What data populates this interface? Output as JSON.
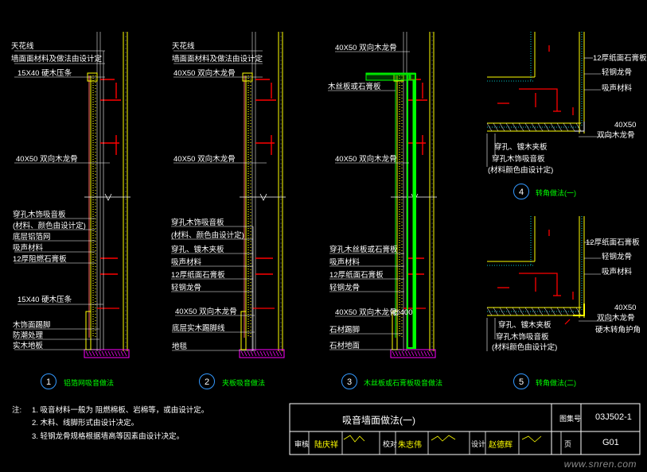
{
  "details": [
    {
      "number": "1",
      "caption": "铝箔网吸音做法",
      "labels": [
        "天花线",
        "墙面面材料及做法由设计定",
        "15X40 硬木压条",
        "40X50 双向木龙骨",
        "穿孔木饰吸音板",
        "(材料、颜色由设计定)",
        "底层铝箔网",
        "吸声材料",
        "12厚阻燃石膏板",
        "15X40 硬木压条",
        "木饰面踢脚",
        "防潮处理",
        "实木地板"
      ]
    },
    {
      "number": "2",
      "caption": "夹板吸音做法",
      "labels": [
        "天花线",
        "墙面面材料及做法由设计定",
        "40X50 双向木龙骨",
        "40X50 双向木龙骨",
        "穿孔木饰吸音板",
        "(材料、颜色由设计定)",
        "穿孔、镀木夹板",
        "吸声材料",
        "12厚纸面石膏板",
        "轻钢龙骨",
        "40X50 双向木龙骨",
        "底层实木踢脚线",
        "地毯"
      ]
    },
    {
      "number": "3",
      "caption": "木丝板或石膏板吸音做法",
      "labels": [
        "40X50 双向木龙骨",
        "木丝板或石膏板",
        "40X50 双向木龙骨",
        "穿孔木丝板或石膏板",
        "吸声材料",
        "12厚纸面石膏板",
        "轻钢龙骨",
        "40X50 双向木龙骨",
        "@400",
        "石材踢脚",
        "石材地面"
      ]
    },
    {
      "number": "4",
      "caption": "转角做法(一)",
      "labels": [
        "12厚纸面石膏板",
        "轻钢龙骨",
        "吸声材料",
        "40X50",
        "双向木龙骨",
        "穿孔、镀木夹板",
        "穿孔木饰吸音板",
        "(材料颜色由设计定)"
      ]
    },
    {
      "number": "5",
      "caption": "转角做法(二)",
      "labels": [
        "12厚纸面石膏板",
        "轻钢龙骨",
        "吸声材料",
        "40X50",
        "双向木龙骨",
        "硬木转角护角",
        "穿孔、镀木夹板",
        "穿孔木饰吸音板",
        "(材料颜色由设计定)"
      ]
    }
  ],
  "notes": {
    "heading": "注:",
    "items": [
      "1. 吸音材料一般为  阻燃棉板、岩棉等，或由设计定。",
      "2. 木料、线脚形式由设计决定。",
      "3. 轻钢龙骨规格根据墙高等因素由设计决定。"
    ]
  },
  "title_block": {
    "title": "吸音墙面做法(一)",
    "atlas_label": "图集号",
    "atlas_value": "03J502-1",
    "page_label": "页",
    "page_value": "G01",
    "review_label": "审核",
    "review_name": "陆庆祥",
    "check_label": "校对",
    "check_name": "朱志伟",
    "design_label": "设计",
    "design_name": "赵德辉"
  },
  "watermark": "www.snren.com",
  "colors": {
    "background": "#000000",
    "wall": "#ffff00",
    "label": "#ffffff",
    "section": "#ff0000",
    "board": "#00ff00",
    "floor": "#ff00ff",
    "circle": "#3399ff",
    "insulation": "#00ffff"
  }
}
